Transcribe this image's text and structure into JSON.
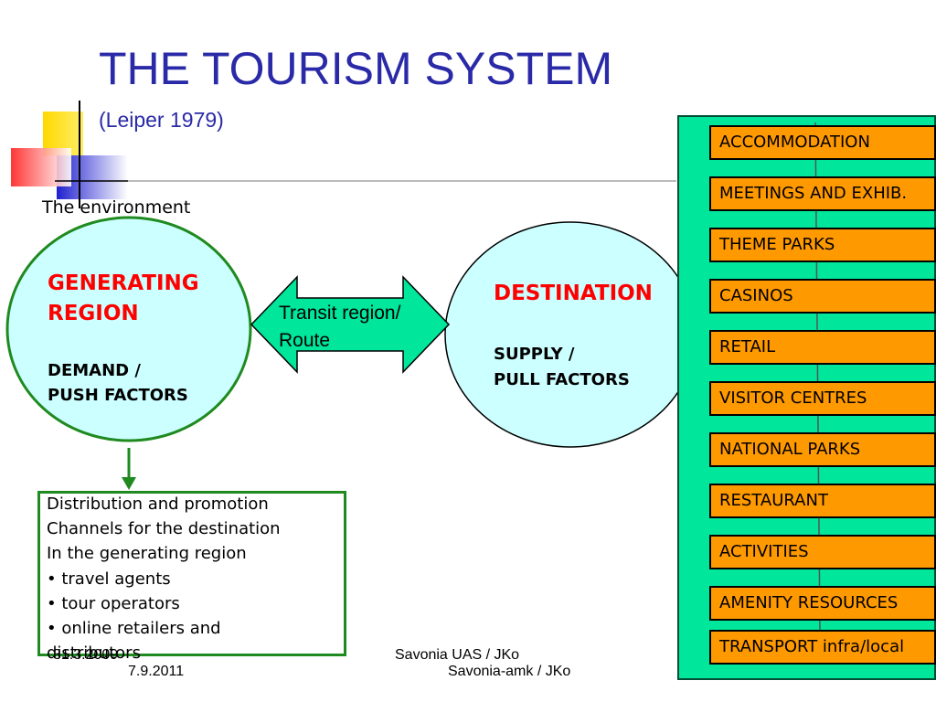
{
  "title": "THE TOURISM SYSTEM",
  "subtitle": "(Leiper 1979)",
  "environment_label": "The environment",
  "generating_region": {
    "title_lines": [
      "GENERATING",
      "REGION"
    ],
    "sub_lines": [
      "DEMAND /",
      "PUSH FACTORS"
    ]
  },
  "transit": {
    "lines": [
      "Transit region/",
      "Route"
    ]
  },
  "destination": {
    "title": "DESTINATION",
    "sub_lines": [
      "SUPPLY /",
      "PULL FACTORS"
    ]
  },
  "distribution_box": {
    "lines": [
      "Distribution and promotion",
      "Channels for the destination",
      "In the generating region",
      "• travel agents",
      "• tour operators",
      "• online retailers and",
      "distributors"
    ]
  },
  "supply_items": [
    "ACCOMMODATION",
    "MEETINGS AND EXHIB.",
    "THEME PARKS",
    "CASINOS",
    "RETAIL",
    "VISITOR CENTRES",
    "NATIONAL PARKS",
    "RESTAURANT",
    "ACTIVITIES",
    "AMENITY RESOURCES",
    "TRANSPORT infra/local"
  ],
  "footer": {
    "date_a": "31.3.2009",
    "date_b": "7.9.2011",
    "source_a": "Savonia UAS / JKo",
    "source_b": "Savonia-amk / JKo"
  },
  "colors": {
    "title": "#2a2aa8",
    "region_fill": "#ccffff",
    "region_stroke": "#1f8a1f",
    "region_title": "#ff0000",
    "arrow_fill": "#00e69a",
    "supply_panel": "#00e69a",
    "supply_item": "#ff9900"
  }
}
